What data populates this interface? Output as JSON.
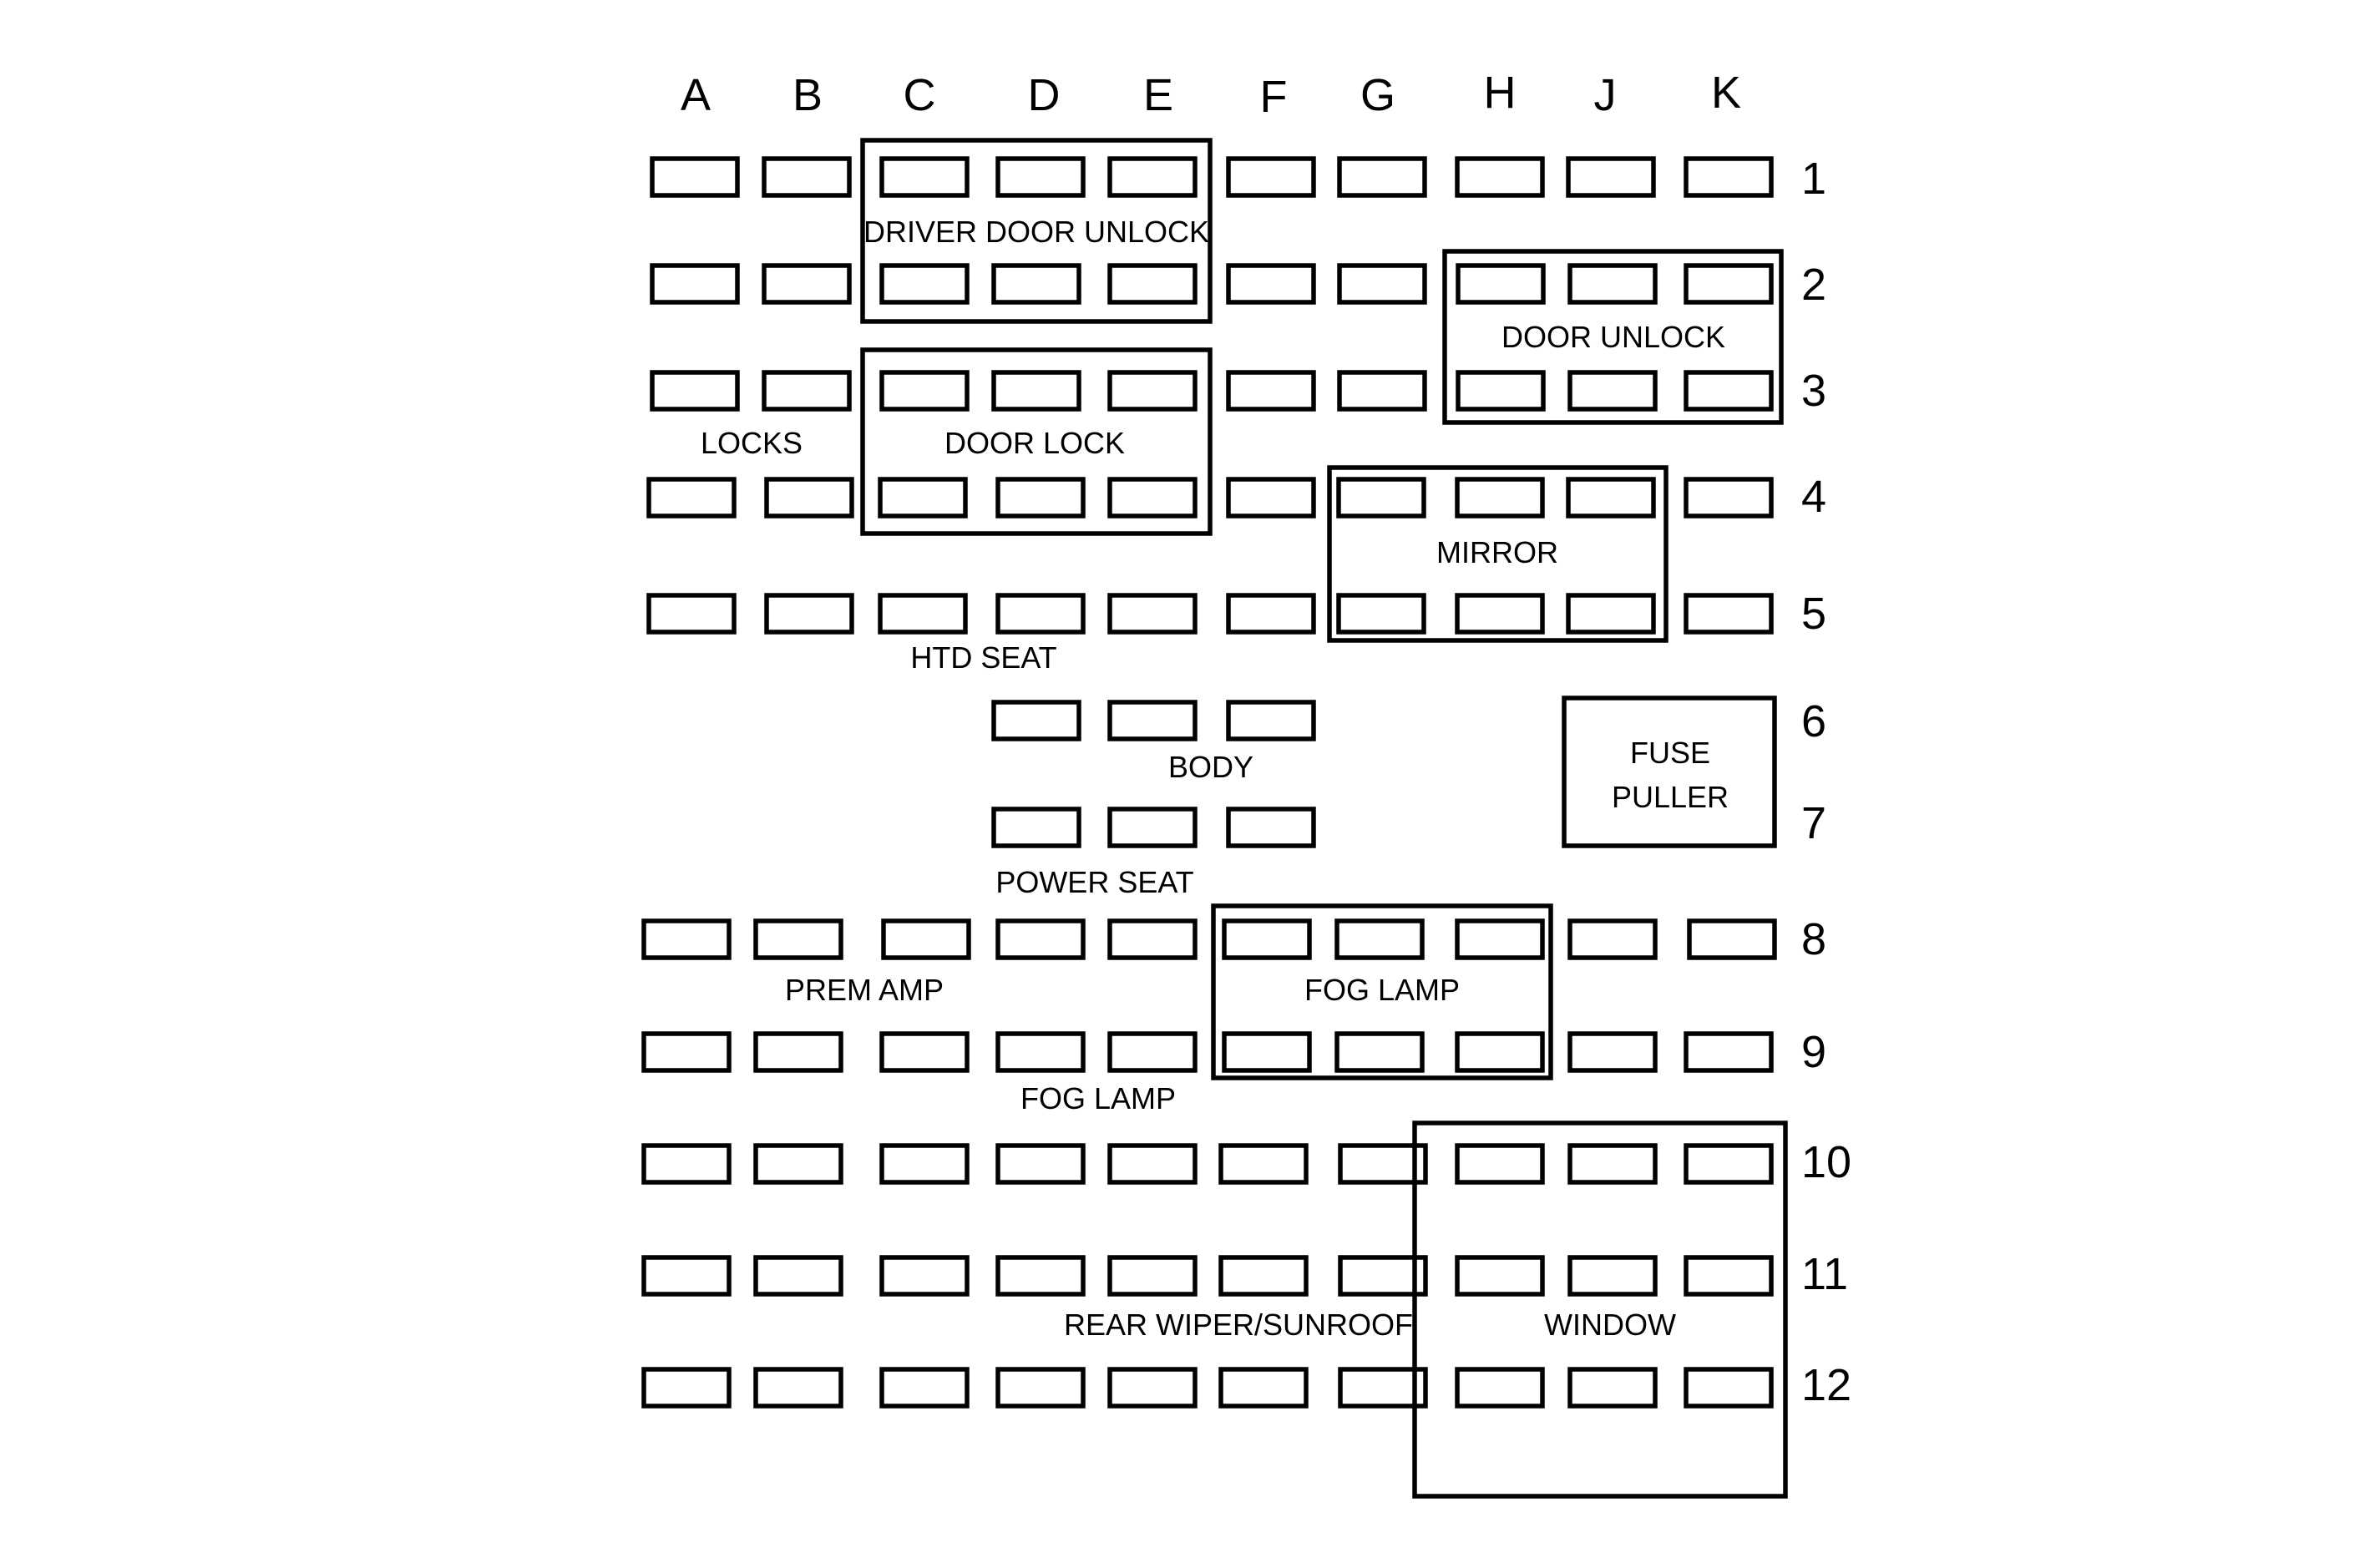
{
  "columns": [
    "A",
    "B",
    "C",
    "D",
    "E",
    "F",
    "G",
    "H",
    "J",
    "K"
  ],
  "rows": [
    "1",
    "2",
    "3",
    "4",
    "5",
    "6",
    "7",
    "8",
    "9",
    "10",
    "11",
    "12"
  ],
  "group_boxes": {
    "driver_door_unlock": "DRIVER DOOR UNLOCK",
    "door_unlock": "DOOR UNLOCK",
    "door_lock": "DOOR LOCK",
    "mirror": "MIRROR",
    "fuse_puller_line1": "FUSE",
    "fuse_puller_line2": "PULLER",
    "fog_lamp_box": "FOG LAMP",
    "window": "WINDOW"
  },
  "labels": {
    "locks": "LOCKS",
    "htd_seat": "HTD SEAT",
    "body": "BODY",
    "power_seat": "POWER SEAT",
    "prem_amp": "PREM AMP",
    "fog_lamp": "FOG LAMP",
    "rear_wiper_sunroof": "REAR WIPER/SUNROOF"
  },
  "colors": {
    "line": "#000000",
    "background": "#ffffff"
  }
}
